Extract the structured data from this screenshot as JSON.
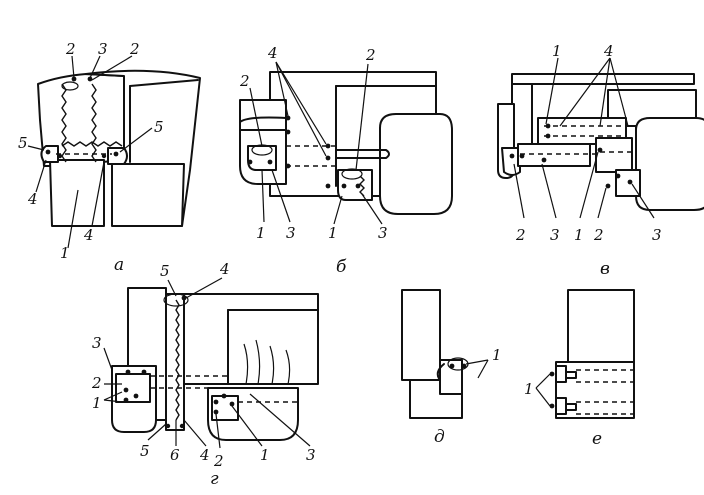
{
  "figures": {
    "a": {
      "caption": "а",
      "labels": [
        "2",
        "3",
        "2",
        "5",
        "5",
        "4",
        "4",
        "1"
      ]
    },
    "b": {
      "caption": "б",
      "labels": [
        "4",
        "2",
        "2",
        "1",
        "3",
        "1",
        "3"
      ]
    },
    "v": {
      "caption": "в",
      "labels": [
        "1",
        "4",
        "2",
        "3",
        "1",
        "2",
        "3"
      ]
    },
    "g": {
      "caption": "г",
      "labels": [
        "5",
        "4",
        "3",
        "2",
        "1",
        "5",
        "6",
        "4",
        "2",
        "1",
        "3"
      ]
    },
    "d": {
      "caption": "д",
      "labels": [
        "1"
      ]
    },
    "e": {
      "caption": "е",
      "labels": [
        "1"
      ]
    }
  }
}
